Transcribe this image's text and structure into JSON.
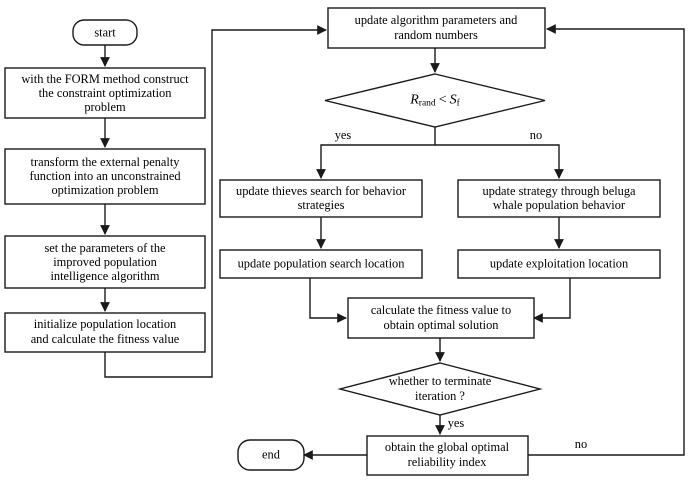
{
  "diagram": {
    "type": "flowchart",
    "title": "",
    "nodes": {
      "start": {
        "label": "start",
        "shape": "terminator"
      },
      "form_construct": {
        "line1": "with the FORM method construct",
        "line2": "the constraint optimization",
        "line3": "problem",
        "shape": "process"
      },
      "transform_penalty": {
        "line1": "transform the external penalty",
        "line2": "function into an unconstrained",
        "line3": "optimization problem",
        "shape": "process"
      },
      "set_parameters": {
        "line1": "set the parameters of the",
        "line2": "improved population",
        "line3": "intelligence algorithm",
        "shape": "process"
      },
      "initialize_population": {
        "line1": "initialize population location",
        "line2": "and calculate the fitness value",
        "shape": "process"
      },
      "update_algorithm": {
        "line1": "update algorithm parameters and",
        "line2": "random numbers",
        "shape": "process"
      },
      "condition_rand": {
        "lhs": "R",
        "lhs_sub": "rand",
        "operator": "<",
        "rhs": "S",
        "rhs_sub": "f",
        "shape": "decision"
      },
      "update_thieves": {
        "line1": "update thieves search for  behavior",
        "line2": "strategies",
        "shape": "process"
      },
      "update_population_search": {
        "line1": "update  population search location",
        "shape": "process"
      },
      "update_beluga": {
        "line1": "update strategy through beluga",
        "line2": "whale population behavior",
        "shape": "process"
      },
      "update_exploitation": {
        "line1": "update exploitation location",
        "shape": "process"
      },
      "calculate_fitness": {
        "line1": "calculate the fitness value to",
        "line2": "obtain optimal solution",
        "shape": "process"
      },
      "condition_terminate": {
        "line1": "whether to terminate",
        "line2": "iteration ?",
        "shape": "decision"
      },
      "obtain_optimal": {
        "line1": "obtain the global optimal",
        "line2": "reliability index",
        "shape": "process"
      },
      "end": {
        "label": "end",
        "shape": "terminator"
      }
    },
    "edge_labels": {
      "yes_branch": "yes",
      "no_branch": "no",
      "terminate_yes": "yes",
      "terminate_no": "no"
    },
    "colors": {
      "stroke": "#1a1a1a",
      "fill": "#ffffff",
      "text": "#000000"
    }
  }
}
